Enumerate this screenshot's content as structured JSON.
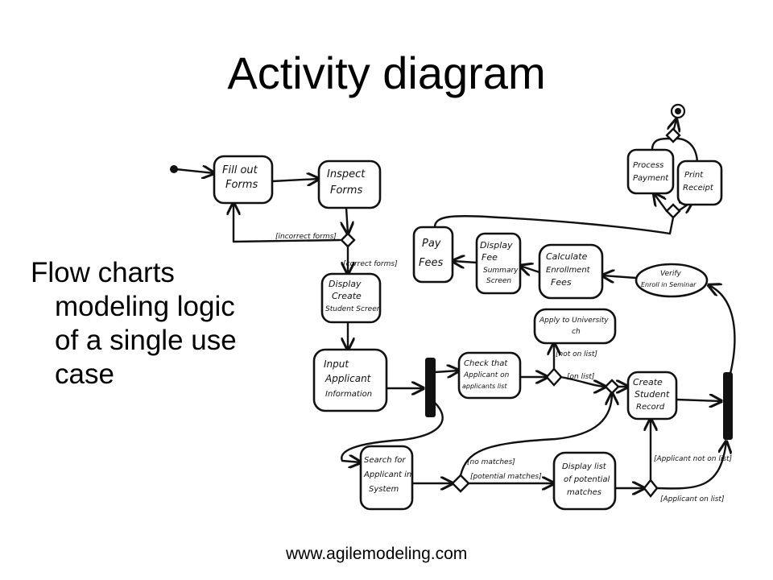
{
  "title": "Activity diagram",
  "bullet": {
    "lines": [
      "Flow charts",
      "modeling logic",
      "of a single use",
      "case"
    ]
  },
  "footer": "www.agilemodeling.com",
  "diagram": {
    "nodes": {
      "fill_out_forms": [
        "Fill out",
        "Forms"
      ],
      "inspect_forms": [
        "Inspect",
        "Forms"
      ],
      "display_create_student_screen": [
        "Display",
        "Create",
        "Student Screen"
      ],
      "input_applicant_information": [
        "Input",
        "Applicant",
        "Information"
      ],
      "check_applicant_list": [
        "Check that",
        "Applicant on",
        "applicants list"
      ],
      "apply_to_university": [
        "Apply to University",
        "ch"
      ],
      "create_student_record": [
        "Create",
        "Student",
        "Record"
      ],
      "verify_enrollment": [
        "Verify",
        "Enroll in Seminar"
      ],
      "calculate_enrollment_fees": [
        "Calculate",
        "Enrollment",
        "Fees"
      ],
      "display_fee_summary_screen": [
        "Display",
        "Fee",
        "Summary",
        "Screen"
      ],
      "pay_fees": [
        "Pay",
        "Fees"
      ],
      "process_payment": [
        "Process",
        "Payment"
      ],
      "print_receipt": [
        "Print",
        "Receipt"
      ],
      "search_for_applicant": [
        "Search for",
        "Applicant in",
        "System"
      ],
      "display_list_potential_matches": [
        "Display list",
        "of potential",
        "matches"
      ]
    },
    "guards": {
      "incorrect_forms": "[incorrect forms]",
      "correct_forms": "[correct forms]",
      "not_on_list": "[not on list]",
      "on_list": "[on list]",
      "no_matches": "[no matches]",
      "potential_matches": "[potential matches]",
      "applicant_not_on_list": "[Applicant not on list]",
      "applicant_on_list": "[Applicant on list]"
    }
  }
}
